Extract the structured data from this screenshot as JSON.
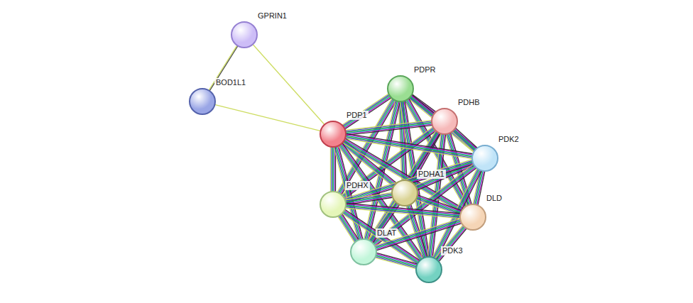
{
  "diagram": {
    "nodes": [
      {
        "text": [
          "GPRIN1"
        ]
      },
      {
        "text": [
          "BOD1L1"
        ]
      },
      {
        "text": [
          "PDPR"
        ]
      },
      {
        "text": [
          "PDHB"
        ]
      },
      {
        "text": [
          "PDP1"
        ]
      },
      {
        "text": [
          "PDK2"
        ]
      },
      {
        "text": [
          "PDHA1"
        ]
      },
      {
        "text": [
          "PDHX"
        ]
      },
      {
        "text": [
          "DLD"
        ]
      },
      {
        "text": [
          "DLAT"
        ]
      },
      {
        "text": [
          "PDK3"
        ]
      }
    ],
    "edges": [
      {
        "from": 0,
        "to": 1,
        "arrow": "none"
      },
      {
        "from": 0,
        "to": 4,
        "arrow": "none"
      },
      {
        "from": 1,
        "to": 4,
        "arrow": "none"
      },
      {
        "from": 2,
        "to": 3,
        "arrow": "none"
      },
      {
        "from": 2,
        "to": 4,
        "arrow": "none"
      },
      {
        "from": 2,
        "to": 5,
        "arrow": "none"
      },
      {
        "from": 2,
        "to": 6,
        "arrow": "none"
      },
      {
        "from": 2,
        "to": 7,
        "arrow": "none"
      },
      {
        "from": 2,
        "to": 8,
        "arrow": "none"
      },
      {
        "from": 2,
        "to": 9,
        "arrow": "none"
      },
      {
        "from": 2,
        "to": 10,
        "arrow": "none"
      },
      {
        "from": 3,
        "to": 4,
        "arrow": "none"
      },
      {
        "from": 3,
        "to": 5,
        "arrow": "none"
      },
      {
        "from": 3,
        "to": 6,
        "arrow": "none"
      },
      {
        "from": 3,
        "to": 7,
        "arrow": "none"
      },
      {
        "from": 3,
        "to": 8,
        "arrow": "none"
      },
      {
        "from": 3,
        "to": 9,
        "arrow": "none"
      },
      {
        "from": 3,
        "to": 10,
        "arrow": "none"
      },
      {
        "from": 4,
        "to": 5,
        "arrow": "none"
      },
      {
        "from": 4,
        "to": 6,
        "arrow": "none"
      },
      {
        "from": 4,
        "to": 7,
        "arrow": "none"
      },
      {
        "from": 4,
        "to": 8,
        "arrow": "none"
      },
      {
        "from": 4,
        "to": 9,
        "arrow": "none"
      },
      {
        "from": 4,
        "to": 10,
        "arrow": "none"
      },
      {
        "from": 5,
        "to": 6,
        "arrow": "none"
      },
      {
        "from": 5,
        "to": 7,
        "arrow": "none"
      },
      {
        "from": 5,
        "to": 8,
        "arrow": "none"
      },
      {
        "from": 5,
        "to": 9,
        "arrow": "none"
      },
      {
        "from": 5,
        "to": 10,
        "arrow": "none"
      },
      {
        "from": 6,
        "to": 7,
        "arrow": "none"
      },
      {
        "from": 6,
        "to": 8,
        "arrow": "none"
      },
      {
        "from": 6,
        "to": 9,
        "arrow": "none"
      },
      {
        "from": 6,
        "to": 10,
        "arrow": "none"
      },
      {
        "from": 7,
        "to": 8,
        "arrow": "none"
      },
      {
        "from": 7,
        "to": 9,
        "arrow": "none"
      },
      {
        "from": 7,
        "to": 10,
        "arrow": "none"
      },
      {
        "from": 8,
        "to": 9,
        "arrow": "none"
      },
      {
        "from": 8,
        "to": 10,
        "arrow": "none"
      },
      {
        "from": 9,
        "to": 10,
        "arrow": "none"
      }
    ]
  }
}
